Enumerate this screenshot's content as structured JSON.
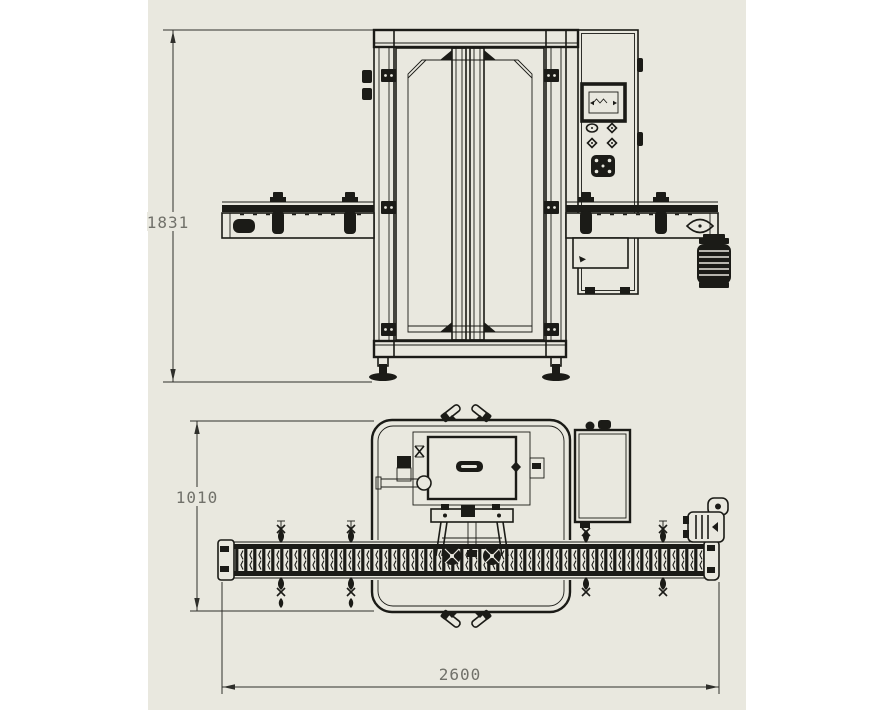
{
  "drawing": {
    "kind": "cad-two-view-technical-drawing",
    "views": {
      "front_view": "machine elevation with gantry frame, control panel and conveyor",
      "top_view": "machine plan with base plate, head unit, electrical box and conveyor"
    }
  },
  "dimensions": {
    "front_height": {
      "value": "1831"
    },
    "machine_depth": {
      "value": "1010"
    },
    "overall_length": {
      "value": "2600"
    }
  },
  "colors": {
    "page": "#ffffff",
    "sheet": "#e9e8df",
    "line": "#1b1b17",
    "dim": "#2f2f2b",
    "dimtext": "#71716a"
  }
}
